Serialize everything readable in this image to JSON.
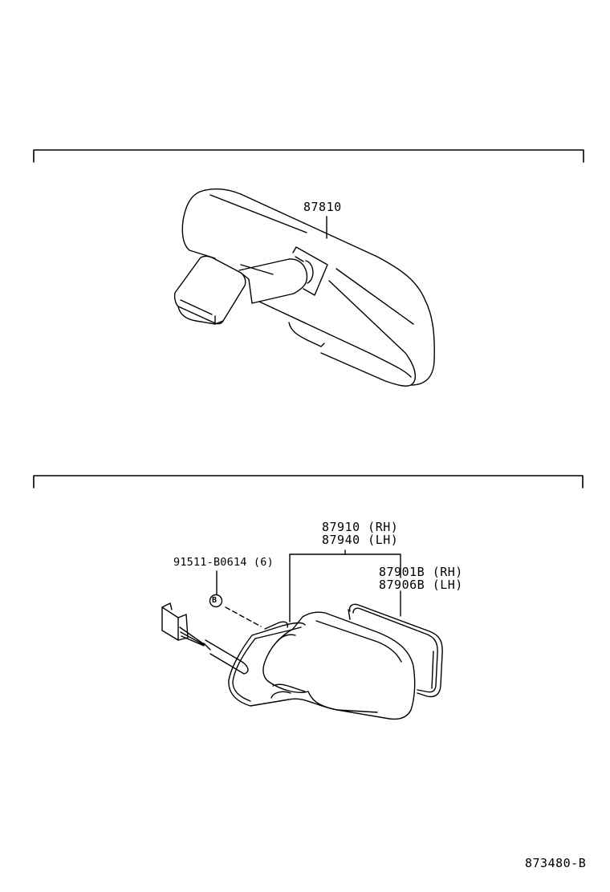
{
  "diagram": {
    "type": "parts-catalog-illustration",
    "sections": [
      {
        "id": "inner-rear-view-mirror",
        "parts": [
          {
            "number": "87810"
          }
        ]
      },
      {
        "id": "outer-rear-view-mirror",
        "parts": [
          {
            "number_rh": "87910 (RH)",
            "number_lh": "87940 (LH)"
          },
          {
            "number_rh": "87901B (RH)",
            "number_lh": "87906B (LH)"
          },
          {
            "number": "91511-B0614 (6)",
            "callout": "B"
          }
        ]
      }
    ],
    "illustration_id": "873480-B",
    "colors": {
      "line": "#000000",
      "background": "#ffffff"
    }
  },
  "labels": {
    "inner_mirror": "87810",
    "outer_mirror_rh": "87910 (RH)",
    "outer_mirror_lh": "87940 (LH)",
    "mirror_glass_rh": "87901B (RH)",
    "mirror_glass_lh": "87906B (LH)",
    "bolt": "91511-B0614 (6)",
    "bolt_callout": "B",
    "illustration_code": "873480-B"
  }
}
